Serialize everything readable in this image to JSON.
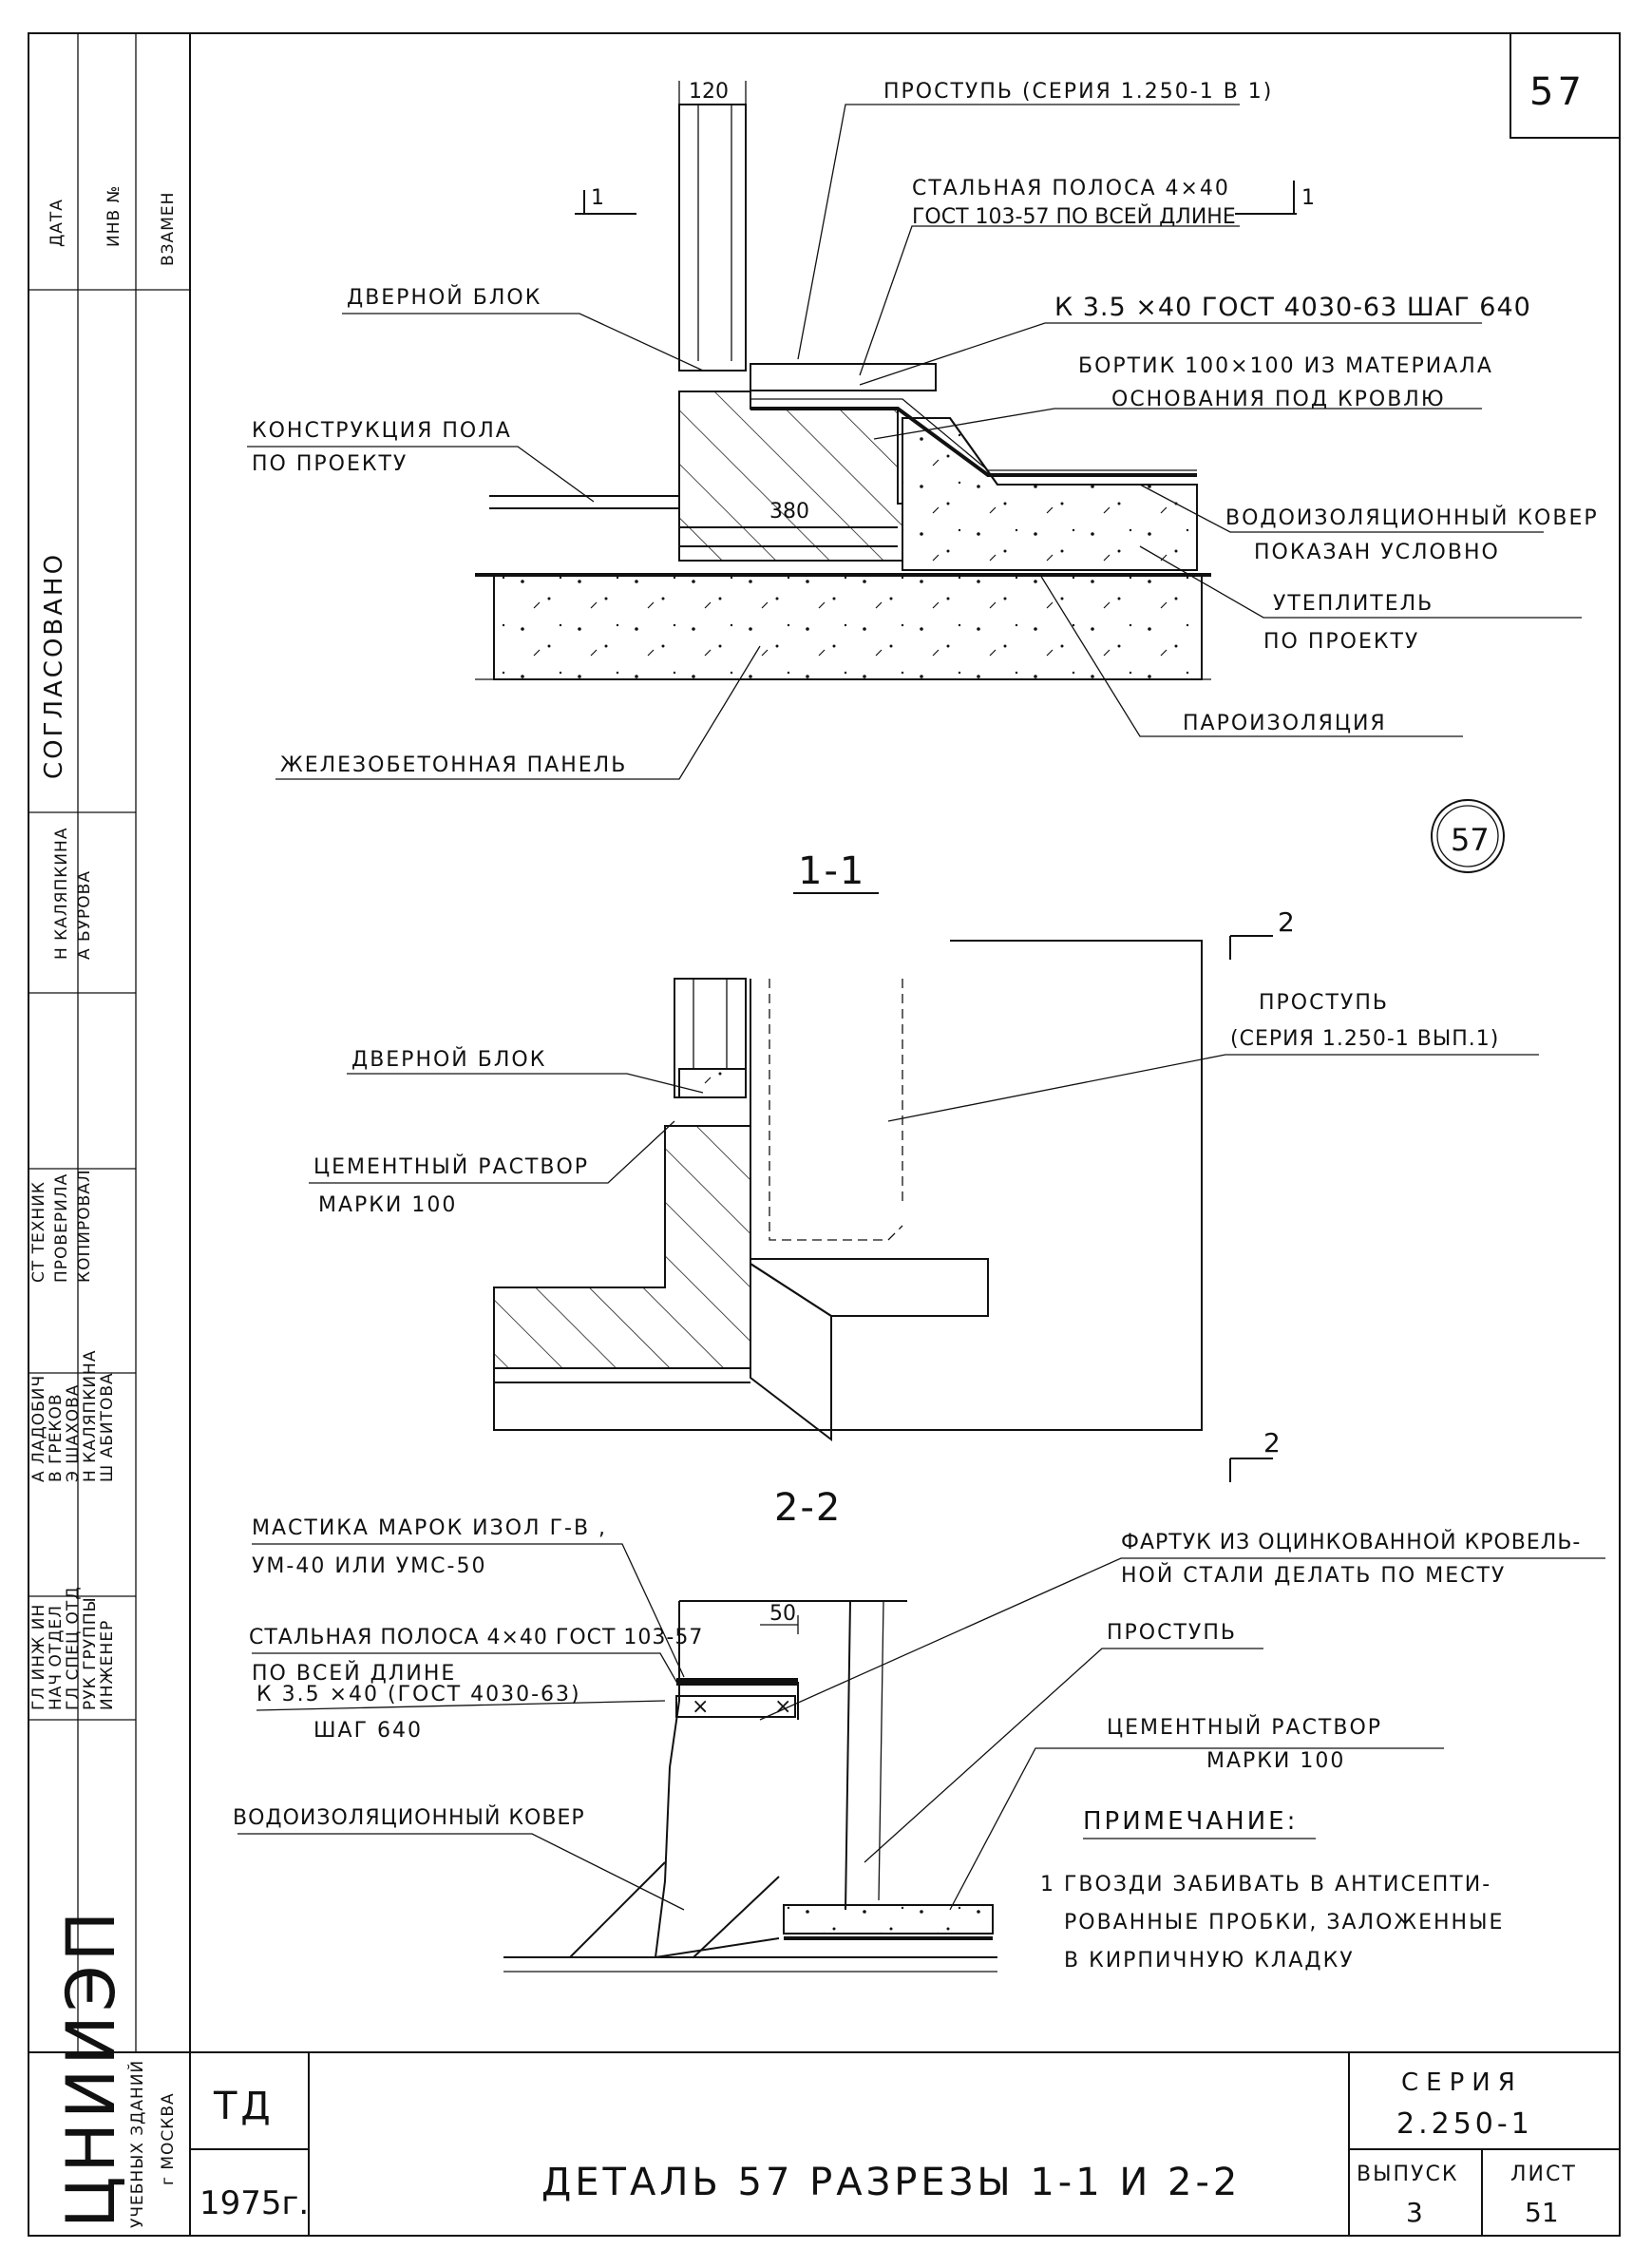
{
  "sheet": {
    "number": "57",
    "circle_mark": "57",
    "title": "ДЕТАЛЬ 57 РАЗРЕЗЫ 1-1 И 2-2",
    "code": "ТД",
    "year": "1975г.",
    "series_label": "СЕРИЯ",
    "series_value": "2.250-1",
    "issue_label": "ВЫПУСК",
    "issue_value": "3",
    "sheet_label": "ЛИСТ",
    "sheet_value": "51",
    "org_line1": "ЦНИИЭП",
    "org_line2": "УЧЕБНЫХ ЗДАНИЙ",
    "org_line3": "г МОСКВА"
  },
  "side_stamp": {
    "top_cells": [
      "ДАТА",
      "ИНВ №",
      "ВЗАМЕН"
    ],
    "agreed": "СОГЛАСОВАНО",
    "roles": [
      "ГЛ ИНЖ ИН",
      "НАЧ ОТДЕЛ",
      "ГЛ СПЕЦ ОТД",
      "РУК ГРУППЫ",
      "ИНЖЕНЕР"
    ],
    "names": [
      "А ЛАДОБИЧ",
      "В ГРЕКОВ",
      "Э ШАХОВА",
      "Н КАЛЯПКИНА",
      "Ш АБИТОВА"
    ],
    "roles2": [
      "СТ ТЕХНИК",
      "ПРОВЕРИЛА",
      "КОПИРОВАЛ"
    ],
    "names2": [
      "Н КАЛЯПКИНА",
      "А БУРОВА"
    ]
  },
  "section1": {
    "cut_mark_left": "1",
    "cut_mark_right": "1",
    "label": "1-1",
    "dim_top": "120",
    "dim_wall": "380",
    "labels": {
      "threshold": "ПРОСТУПЬ (СЕРИЯ 1.250-1 В 1)",
      "steel_strip_1": "СТАЛЬНАЯ ПОЛОСА 4×40",
      "steel_strip_2": "ГОСТ 103-57 ПО ВСЕЙ ДЛИНЕ",
      "door_block": "ДВЕРНОЙ БЛОК",
      "nail": "К 3.5 ×40 ГОСТ 4030-63 ШАГ 640",
      "curb_1": "БОРТИК 100×100 ИЗ МАТЕРИАЛА",
      "curb_2": "ОСНОВАНИЯ ПОД КРОВЛЮ",
      "floor_1": "КОНСТРУКЦИЯ ПОЛА",
      "floor_2": "ПО ПРОЕКТУ",
      "membrane_1": "ВОДОИЗОЛЯЦИОННЫЙ КОВЕР",
      "membrane_2": "ПОКАЗАН УСЛОВНО",
      "insulation_1": "УТЕПЛИТЕЛЬ",
      "insulation_2": "ПО ПРОЕКТУ",
      "vapor": "ПАРОИЗОЛЯЦИЯ",
      "panel": "ЖЕЛЕЗОБЕТОННАЯ ПАНЕЛЬ"
    }
  },
  "section_plan": {
    "cut_mark": "2",
    "labels": {
      "threshold_1": "ПРОСТУПЬ",
      "threshold_2": "(СЕРИЯ 1.250-1 ВЫП.1)",
      "door_block": "ДВЕРНОЙ БЛОК",
      "mortar_1": "ЦЕМЕНТНЫЙ РАСТВОР",
      "mortar_2": "МАРКИ 100"
    }
  },
  "section2": {
    "label": "2-2",
    "dim": "50",
    "labels": {
      "mastic_1": "МАСТИКА МАРОК ИЗОЛ Г-В ,",
      "mastic_2": "УМ-40 ИЛИ УМС-50",
      "strip_1": "СТАЛЬНАЯ ПОЛОСА 4×40 ГОСТ 103-57",
      "strip_2": "ПО ВСЕЙ ДЛИНЕ",
      "nail_1": "К 3.5 ×40 (ГОСТ 4030-63)",
      "nail_2": "ШАГ 640",
      "apron_1": "ФАРТУК ИЗ ОЦИНКОВАННОЙ КРОВЕЛЬ-",
      "apron_2": "НОЙ СТАЛИ ДЕЛАТЬ ПО МЕСТУ",
      "threshold": "ПРОСТУПЬ",
      "mortar_1": "ЦЕМЕНТНЫЙ РАСТВОР",
      "mortar_2": "МАРКИ 100",
      "membrane": "ВОДОИЗОЛЯЦИОННЫЙ КОВЕР"
    }
  },
  "note": {
    "title": "ПРИМЕЧАНИЕ:",
    "line1": "1 ГВОЗДИ ЗАБИВАТЬ В АНТИСЕПТИ-",
    "line2": "РОВАННЫЕ ПРОБКИ, ЗАЛОЖЕННЫЕ",
    "line3": "В КИРПИЧНУЮ КЛАДКУ"
  }
}
